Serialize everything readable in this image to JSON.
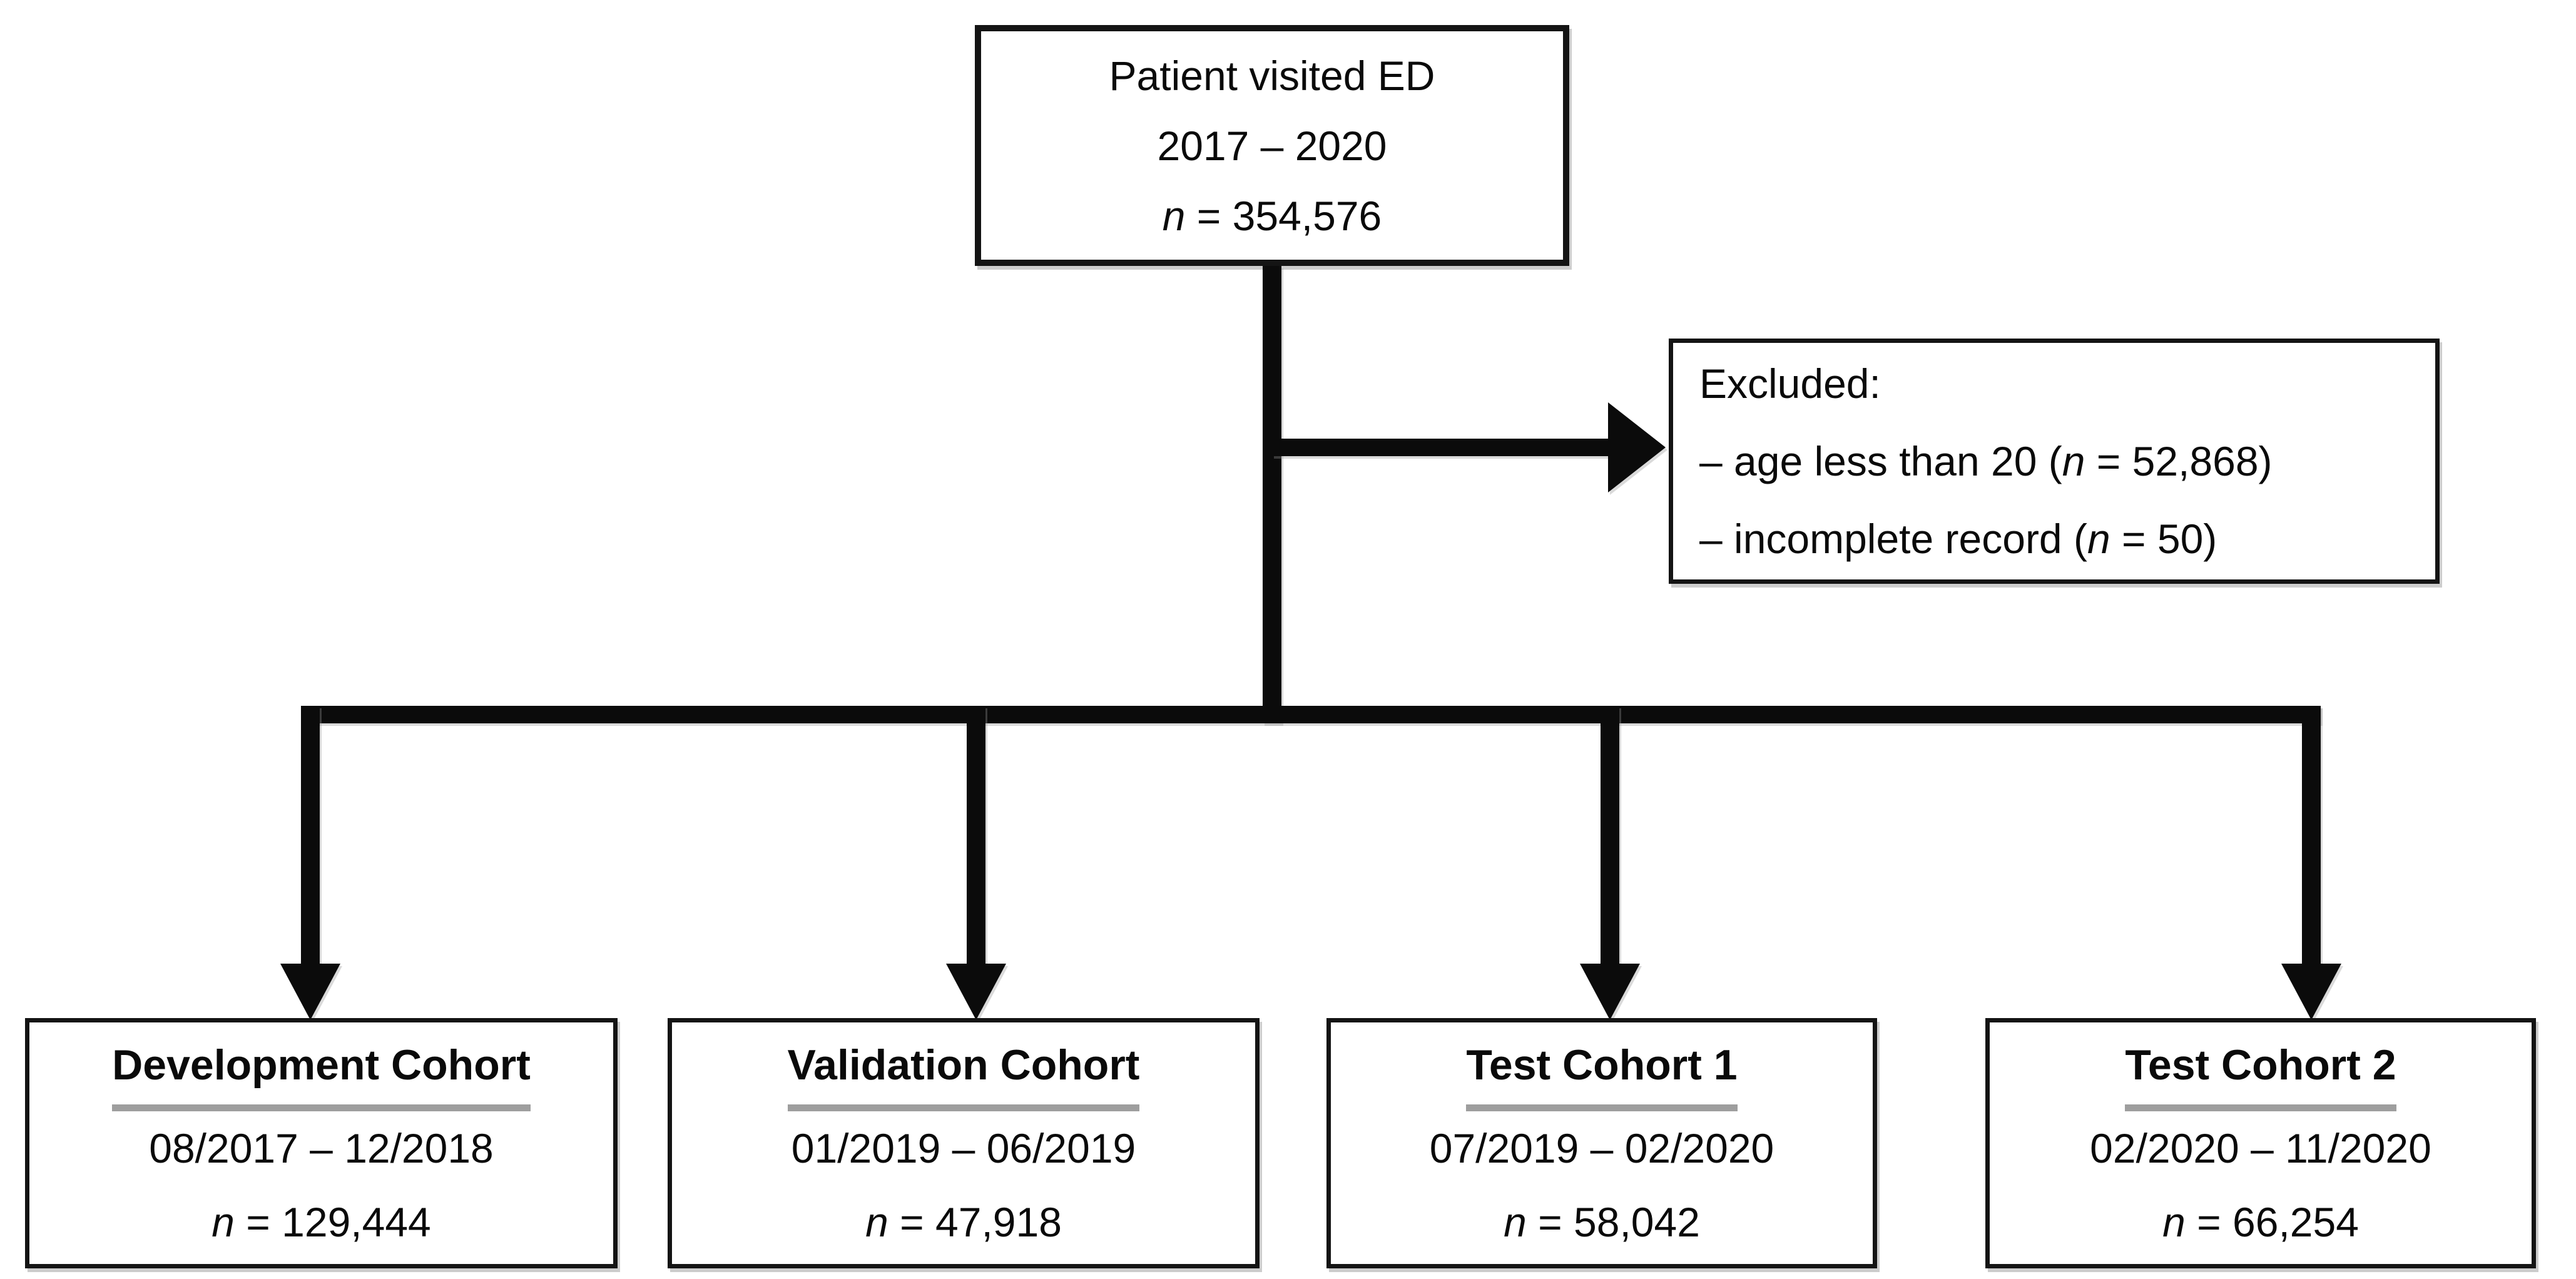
{
  "diagram": {
    "top_box": {
      "line1": "Patient visited ED",
      "line2": "2017 – 2020",
      "n_label": "n",
      "n_value": " = 354,576"
    },
    "excluded_box": {
      "title": "Excluded:",
      "items": [
        {
          "pre": "– age less than 20 (",
          "n_label": "n",
          "post": " = 52,868)"
        },
        {
          "pre": "– incomplete record (",
          "n_label": "n",
          "post": " = 50)"
        }
      ]
    },
    "cohorts": [
      {
        "title": "Development Cohort",
        "period": "08/2017 – 12/2018",
        "n_label": "n",
        "n_value": " = 129,444"
      },
      {
        "title": "Validation Cohort",
        "period": "01/2019 – 06/2019",
        "n_label": "n",
        "n_value": " = 47,918"
      },
      {
        "title": "Test Cohort 1",
        "period": "07/2019 – 02/2020",
        "n_label": "n",
        "n_value": " = 58,042"
      },
      {
        "title": "Test Cohort 2",
        "period": "02/2020 – 11/2020",
        "n_label": "n",
        "n_value": " = 66,254"
      }
    ],
    "colors": {
      "line": "#0b0b0b",
      "border": "#141414",
      "underline": "#9e9e9e",
      "background": "#ffffff"
    }
  }
}
